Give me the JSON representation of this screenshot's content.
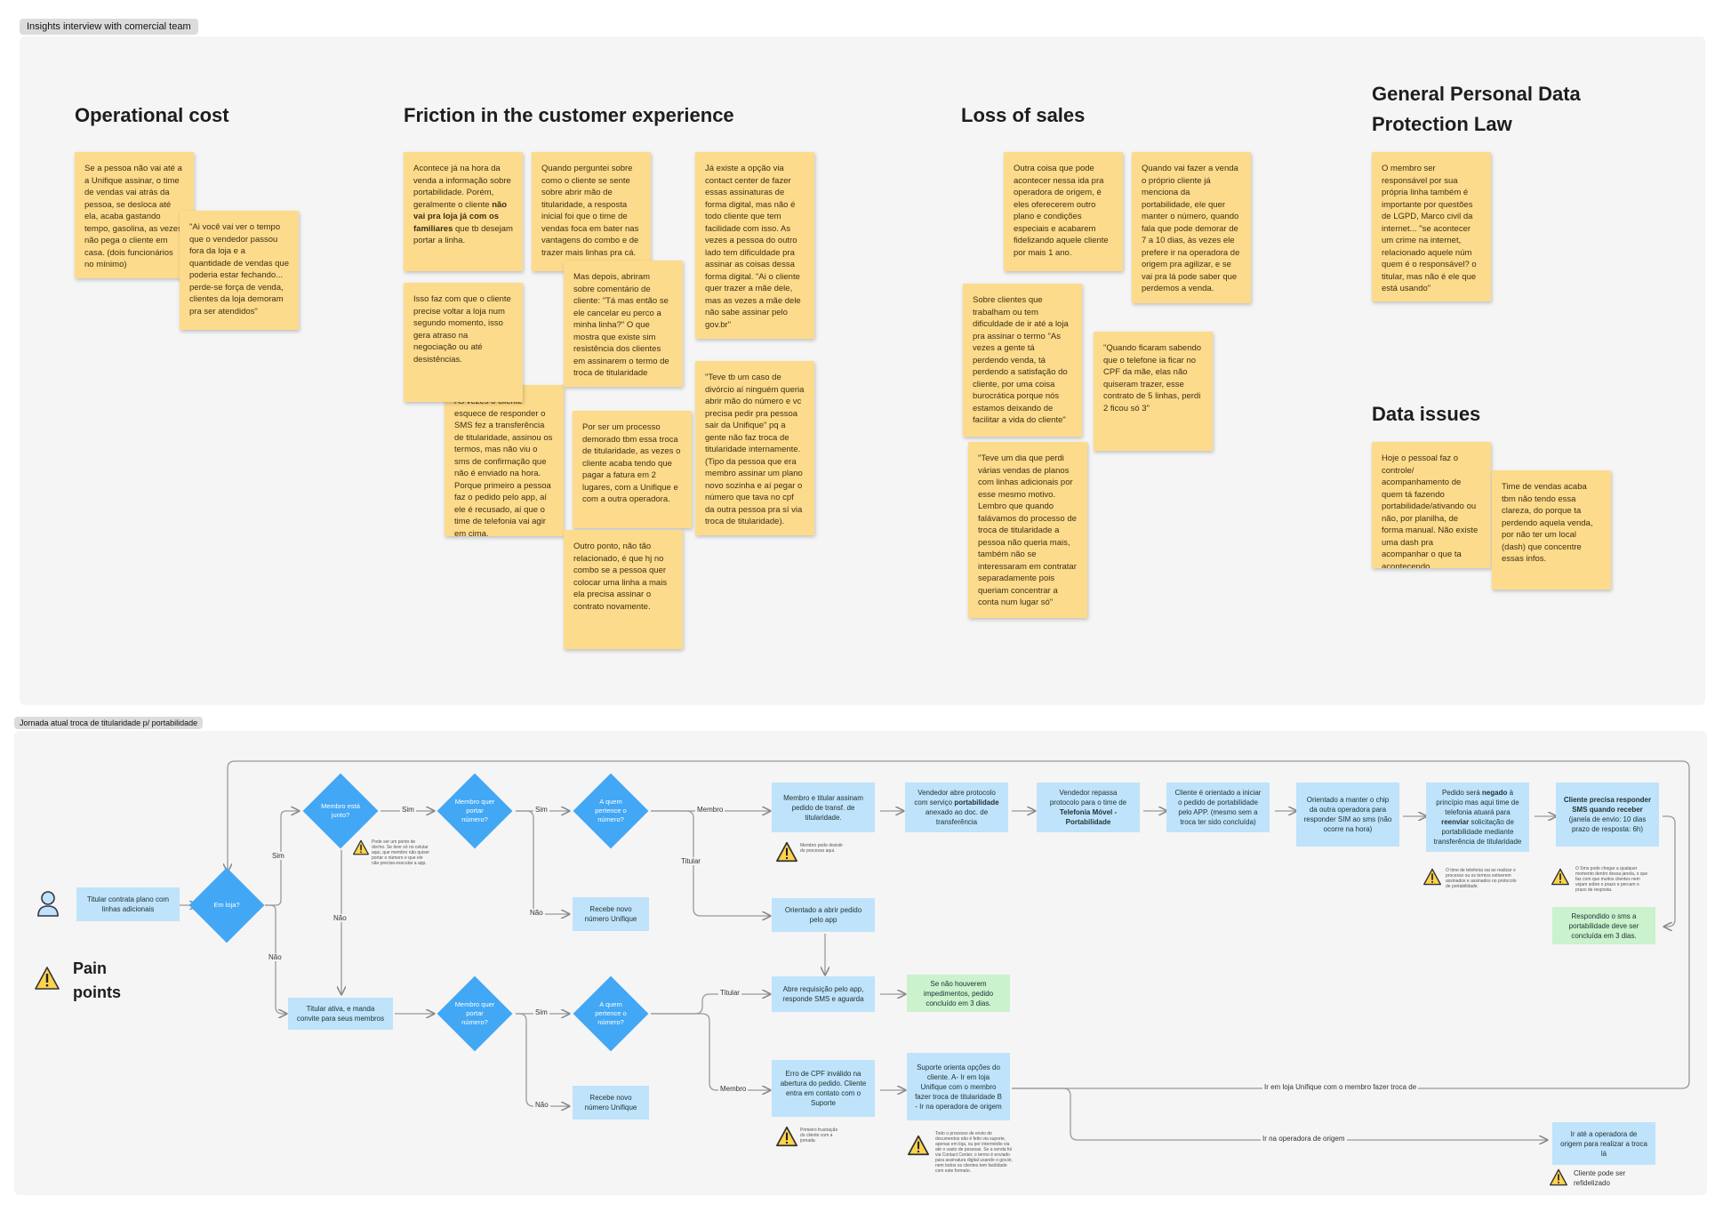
{
  "frames": {
    "insights_label": "Insights interview with comercial team",
    "journey_label": "Jornada atual troca de titularidade p/ portabilidade"
  },
  "headings": {
    "operational_cost": "Operational cost",
    "friction": "Friction in the customer experience",
    "loss_of_sales": "Loss of sales",
    "lgpd": "General Personal Data Protection Law",
    "data_issues": "Data issues"
  },
  "notes": {
    "op1": "Se a pessoa não vai até a a Unifique assinar, o time de vendas vai atrás da pessoa, se desloca até ela, acaba gastando tempo, gasolina, as vezes não pega o cliente em casa. (dois funcionários no mínimo)",
    "op2": "\"Ai você vai ver o tempo que o vendedor passou fora da loja e a quantidade de vendas que poderia estar fechando... perde-se força de venda, clientes da loja demoram pra ser atendidos\"",
    "fr1_a": "Acontece já na hora da venda a informação sobre portabilidade. Porém, geralmente o cliente ",
    "fr1_b": "não vai pra loja já com os familiares",
    "fr1_c": " que tb desejam portar a linha.",
    "fr2": "Quando perguntei sobre como o cliente se sente sobre abrir mão de titularidade, a resposta inicial foi que o time de vendas foca em bater nas vantagens do combo e de trazer mais linhas pra cá.",
    "fr3": "Já existe a opção via contact center de fazer essas assinaturas de forma digital, mas não é todo cliente que tem facilidade com isso. As vezes a pessoa do outro lado tem dificuldade pra assinar as coisas dessa forma digital. \"Ai o cliente quer trazer a mãe dele, mas as vezes a mãe dele não sabe assinar pelo gov.br\"",
    "fr4": "Isso faz com que o cliente precise voltar a loja num segundo momento, isso gera atraso na negociação ou até desistências.",
    "fr5": "Mas depois, abriram sobre comentário de cliente: \"Tá mas então se ele cancelar eu perco a minha linha?\" O que mostra que existe sim resistência dos clientes em assinarem o termo de troca de titularidade",
    "fr6": "Às vezes o cliente esquece de responder o SMS fez a transferência de titularidade, assinou os termos, mas não viu o sms de confirmação que não é enviado na hora. Porque primeiro a pessoa faz o pedido pelo app, aí ele é recusado, aí que o time de telefonia vai agir em cima.",
    "fr7": "Por ser um processo demorado tbm essa troca de titularidade, as vezes o cliente acaba tendo que pagar a fatura em 2 lugares, com a Unifique e com a outra operadora.",
    "fr8": "\"Teve tb um caso de divórcio aí ninguém queria abrir mão do número e vc precisa pedir pra pessoa sair da Unifique\" pq a gente não faz troca de titularidade internamente. (Tipo da pessoa que era membro assinar um plano novo sozinha e aí pegar o número que tava no cpf da outra pessoa pra sí via troca de titularidade).",
    "fr9": "Outro ponto, não tão relacionado, é que hj no combo se a pessoa quer colocar uma linha a mais ela precisa assinar o contrato novamente.",
    "ls1": "Outra coisa que pode acontecer nessa ida pra operadora de origem, é eles oferecerem outro plano e condições especiais e acabarem fidelizando aquele cliente por mais 1 ano.",
    "ls2": "Quando vai fazer a venda o próprio cliente já menciona da portabilidade, ele quer manter o número, quando fala que pode demorar de 7 a 10 dias, às vezes ele prefere ir na operadora de origem pra agilizar, e se vai pra lá pode saber que perdemos a venda.",
    "ls3": "Sobre clientes que trabalham ou tem dificuldade de ir até a loja pra assinar o termo \"As vezes a gente tá perdendo venda, tá perdendo a satisfação do cliente, por uma coisa burocrática porque nós estamos deixando de facilitar a vida do cliente\"",
    "ls4": "\"Quando ficaram sabendo que o telefone ia ficar no CPF da mãe, elas não quiseram trazer, esse contrato de 5 linhas, perdi 2 ficou só 3\"",
    "ls5": "\"Teve um dia que perdi várias vendas de planos com linhas adicionais por esse mesmo motivo. Lembro que quando falávamos do processo de troca de titularidade a pessoa não queria mais, também não se interessaram em contratar separadamente pois queriam concentrar a conta num lugar só\"",
    "lg1": "O membro ser responsável por sua própria linha também é importante por questões de LGPD, Marco civil da internet... \"se acontecer um crime na internet, relacionado aquele núm quem é o responsável? o titular, mas não é ele que está usando\"",
    "di1": "Hoje o pessoal faz o controle/ acompanhamento de quem tá fazendo portabilidade/ativando ou não, por planilha, de forma manual. Não existe uma dash pra acompanhar o que ta acontecendo",
    "di2": "Time de vendas acaba tbm não tendo essa clareza, do porque ta perdendo aquela venda, por não ter um local (dash) que concentre essas infos."
  },
  "flow": {
    "start": "Titular contrata plano com linhas adicionais",
    "d_em_loja": "Em loja?",
    "d_membro_junto": "Membro está junto?",
    "d_portar1": "Membro quer portar número?",
    "d_pertence1": "A quem pertence o número?",
    "d_portar2": "Membro quer portar número?",
    "d_pertence2": "A quem pertence o número?",
    "titular_ativa": "Titular ativa, e manda convite para seus membros",
    "recebe1": "Recebe novo número Unifique",
    "recebe2": "Recebe novo número Unifique",
    "assinam": "Membro e titular assinam pedido de transf. de titularidade.",
    "orientado_app": "Orientado a abrir pedido pelo app",
    "abre_req": "Abre requisição pelo app, responde SMS e aguarda",
    "sem_imped": "Se não houverem impedimentos, pedido concluído em 3 dias.",
    "erro_cpf": "Erro de CPF inválido na abertura do pedido. Cliente entra em contato com o Suporte",
    "suporte": "Suporte orienta opções do cliente. A- Ir em loja Unifique com o membro fazer troca de titularidade B - Ir na operadora de origem",
    "vend_abre_a": "Vendedor abre protocolo com serviço ",
    "vend_abre_b": "portabilidade",
    "vend_abre_c": " anexado ao doc. de transferência",
    "vend_repassa_a": "Vendedor repassa protocolo para o time de ",
    "vend_repassa_b": "Telefonia Móvel - Portabilidade",
    "cli_orient": "Cliente é orientado a iniciar o pedido de portabilidade pelo APP. (mesmo sem a troca ter sido concluída)",
    "orient_chip": "Orientado a manter o chip da outra operadora para responder SIM ao sms (não ocorre na hora)",
    "pedido_neg_a": "Pedido será ",
    "pedido_neg_b": "negado",
    "pedido_neg_c": " à princípio mas aqui time de telefonia atuará para ",
    "pedido_neg_d": "reenviar",
    "pedido_neg_e": " solicitação de portabilidade mediante transferência de titularidade",
    "cli_sms_a": "Cliente precisa responder SMS quando receber",
    "cli_sms_b": " (janela de envio: 10 dias prazo de resposta: 6h)",
    "respondido": "Respondido o sms a portabilidade deve ser concluída em 3 dias.",
    "ir_ate": "Ir até a operadora de origem para realizar a troca lá",
    "lbl_sim1": "Sim",
    "lbl_sim2": "Sim",
    "lbl_sim3": "Sim",
    "lbl_sim4": "Sim",
    "lbl_nao1": "Não",
    "lbl_nao2": "Não",
    "lbl_nao3": "Não",
    "lbl_nao4": "Não",
    "lbl_membro1": "Membro",
    "lbl_membro2": "Membro",
    "lbl_titular1": "Titular",
    "lbl_titular2": "Titular",
    "lbl_ir_loja": "Ir em loja Unifique com o membro fazer troca de",
    "lbl_ir_op": "Ir na operadora de origem",
    "warn_junto": "Pode ser um ponto de dor/no. Se tiver só no celular aqui, que membro não quiser portar o número e que ele não precisa executar a app.",
    "warn_assinam": "Membro pode desistir do processo aqui.",
    "warn_erro": "Primeiro frustração do cliente com a jornada",
    "warn_suporte": "Todo o processo de envio de documentos não é feito via suporte, apenas em loja, ou por intermédio via até o vasto de pessoas. Se a venda foi via Contact Center, o termo é enviado para assinatura digital usando o gov.br, nem todos os clientes tem facilidade com este formato.",
    "warn_telef": "O time de telefonia vai ao realizar o processo ou os termos estiverem assinados e assinados no protocolo de portabilidade.",
    "warn_sms": "O Sms pode chegar a qualquer momento dentro dessa janela, o que faz com que muitos clientes nem vejam sobre o prazo e percam o prazo de resposta.",
    "warn_refid": "Cliente pode ser refidelizado",
    "pain_points": "Pain points"
  }
}
